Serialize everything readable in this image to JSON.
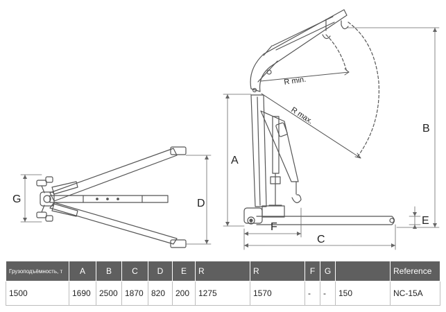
{
  "labels": {
    "A": "A",
    "B": "B",
    "C": "C",
    "D": "D",
    "E": "E",
    "F": "F",
    "G": "G",
    "r_min": "R min.",
    "r_max": "R max."
  },
  "table": {
    "headers": [
      "Грузоподъёмность, т",
      "A",
      "B",
      "C",
      "D",
      "E",
      "R",
      "R",
      "F",
      "G",
      "",
      "Reference"
    ],
    "row": [
      "1500",
      "1690",
      "2500",
      "1870",
      "820",
      "200",
      "1275",
      "1570",
      "-",
      "-",
      "150",
      "NC-15A"
    ]
  },
  "colors": {
    "header_bg": "#5f5f5f",
    "line": "#555555"
  }
}
